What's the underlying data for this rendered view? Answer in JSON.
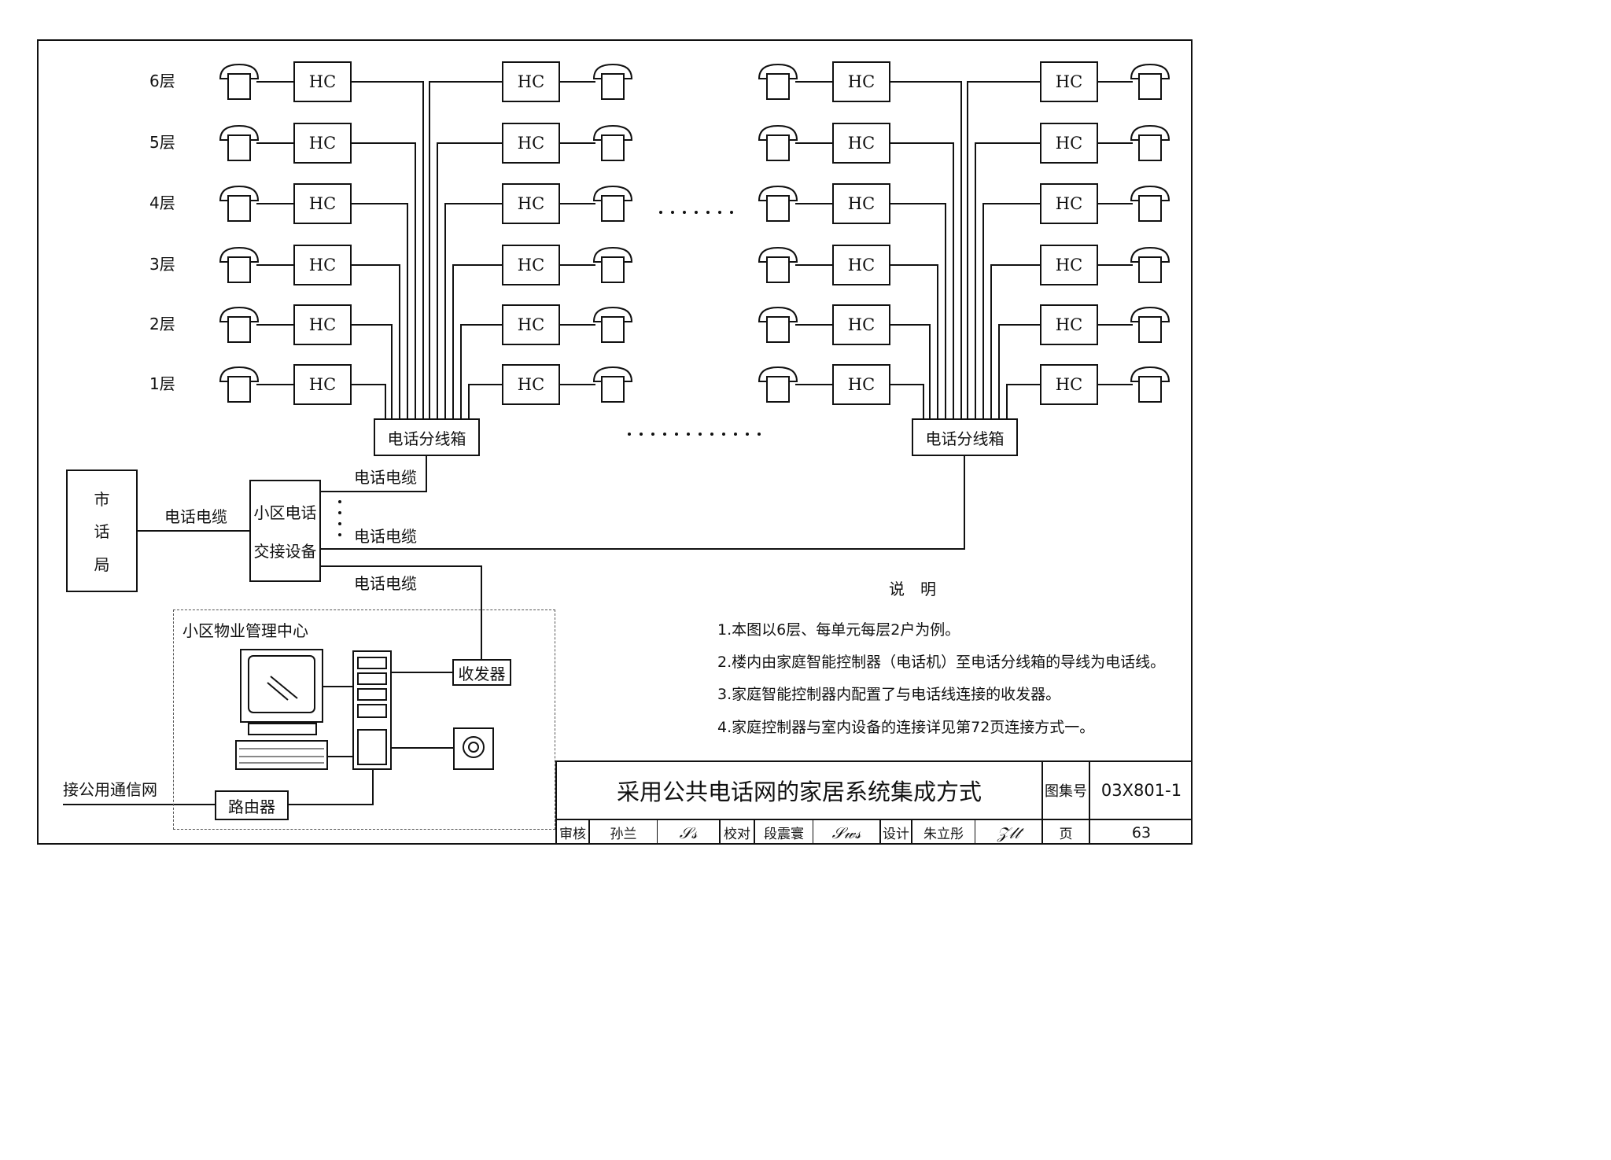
{
  "floors": [
    "6层",
    "5层",
    "4层",
    "3层",
    "2层",
    "1层"
  ],
  "hc_label": "HC",
  "box_label": "电话分线箱",
  "city_office": [
    "市",
    "话",
    "局"
  ],
  "exchange": [
    "小区电话",
    "交接设备"
  ],
  "cable_label": "电话电缆",
  "mgmt_center": "小区物业管理中心",
  "transceiver": "收发器",
  "router": "路由器",
  "public_net": "接公用通信网",
  "notes": {
    "title": "说　明",
    "items": [
      "1.本图以6层、每单元每层2户为例。",
      "2.楼内由家庭智能控制器（电话机）至电话分线箱的导线为电话线。",
      "3.家庭智能控制器内配置了与电话线连接的收发器。",
      "4.家庭控制器与室内设备的连接详见第72页连接方式一。"
    ]
  },
  "title_block": {
    "title": "采用公共电话网的家居系统集成方式",
    "atlas_label": "图集号",
    "atlas_no": "03X801-1",
    "review_label": "审核",
    "reviewer": "孙兰",
    "check_label": "校对",
    "checker": "段震寰",
    "design_label": "设计",
    "designer": "朱立彤",
    "page_label": "页",
    "page_no": "63"
  }
}
